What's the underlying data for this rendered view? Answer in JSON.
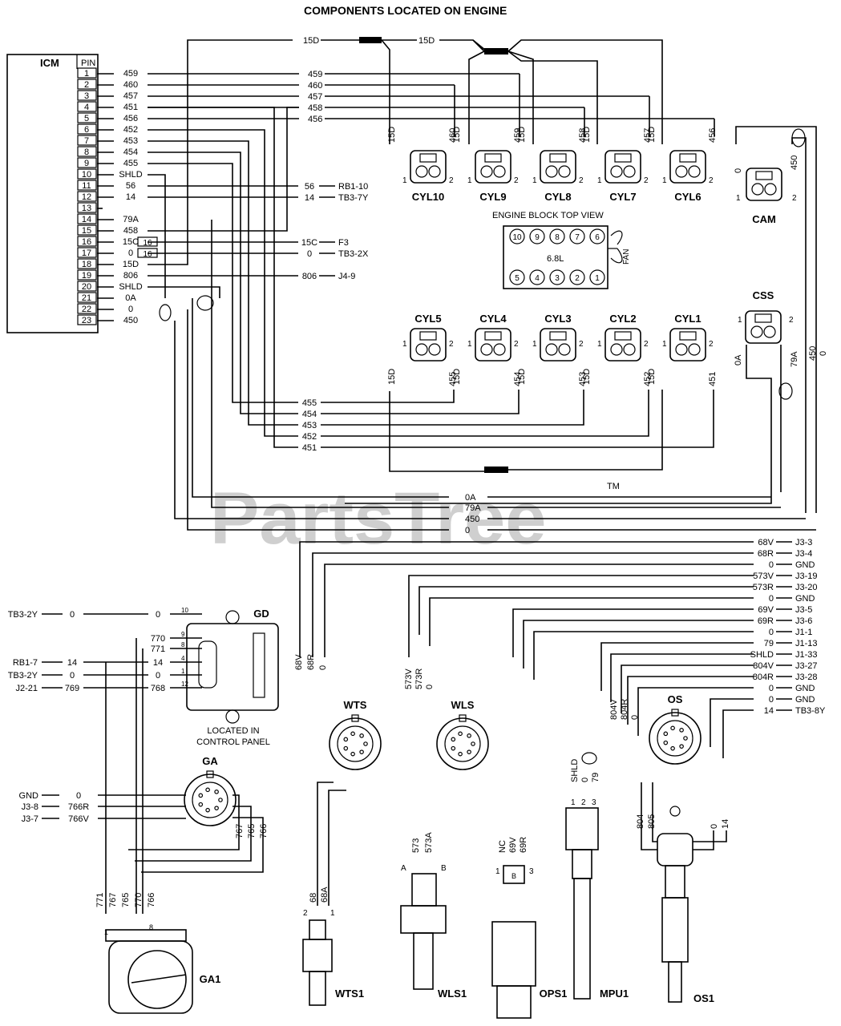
{
  "title": "COMPONENTS LOCATED ON ENGINE",
  "watermark": "PartsTree",
  "watermark_tm": "TM",
  "icm": {
    "label": "ICM",
    "pin_header": "PIN",
    "pins": [
      {
        "pin": "1",
        "wire": "459"
      },
      {
        "pin": "2",
        "wire": "460"
      },
      {
        "pin": "3",
        "wire": "457"
      },
      {
        "pin": "4",
        "wire": "451"
      },
      {
        "pin": "5",
        "wire": "456"
      },
      {
        "pin": "6",
        "wire": "452"
      },
      {
        "pin": "7",
        "wire": "453"
      },
      {
        "pin": "8",
        "wire": "454"
      },
      {
        "pin": "9",
        "wire": "455"
      },
      {
        "pin": "10",
        "wire": "SHLD"
      },
      {
        "pin": "11",
        "wire": "56"
      },
      {
        "pin": "12",
        "wire": "14"
      },
      {
        "pin": "13",
        "wire": ""
      },
      {
        "pin": "14",
        "wire": "79A"
      },
      {
        "pin": "15",
        "wire": "458"
      },
      {
        "pin": "16",
        "wire": "15C"
      },
      {
        "pin": "17",
        "wire": "0"
      },
      {
        "pin": "18",
        "wire": "15D"
      },
      {
        "pin": "19",
        "wire": "806"
      },
      {
        "pin": "20",
        "wire": "SHLD"
      },
      {
        "pin": "21",
        "wire": "0A"
      },
      {
        "pin": "22",
        "wire": "0"
      },
      {
        "pin": "23",
        "wire": "450"
      }
    ],
    "fuse_label": "16",
    "external": [
      {
        "wire": "56",
        "dest": "RB1-10"
      },
      {
        "wire": "14",
        "dest": "TB3-7Y"
      },
      {
        "wire": "15C",
        "dest": "F3"
      },
      {
        "wire": "0",
        "dest": "TB3-2X"
      },
      {
        "wire": "806",
        "dest": "J4-9"
      }
    ]
  },
  "top_bus": {
    "left": "15D",
    "right": "15D"
  },
  "upper_cyl": [
    {
      "name": "CYL10",
      "left": "15D",
      "right": "460"
    },
    {
      "name": "CYL9",
      "left": "15D",
      "right": "459"
    },
    {
      "name": "CYL8",
      "left": "15D",
      "right": "458"
    },
    {
      "name": "CYL7",
      "left": "15D",
      "right": "457"
    },
    {
      "name": "CYL6",
      "left": "15D",
      "right": "456"
    }
  ],
  "lower_cyl": [
    {
      "name": "CYL5",
      "left": "15D",
      "right": "455"
    },
    {
      "name": "CYL4",
      "left": "15D",
      "right": "454"
    },
    {
      "name": "CYL3",
      "left": "15D",
      "right": "453"
    },
    {
      "name": "CYL2",
      "left": "15D",
      "right": "452"
    },
    {
      "name": "CYL1",
      "left": "15D",
      "right": "451"
    }
  ],
  "pin_one": "1",
  "pin_two": "2",
  "pin_three": "3",
  "cam": {
    "name": "CAM",
    "left": "0",
    "right": "450"
  },
  "css": {
    "name": "CSS",
    "left": "0A",
    "right": "79A"
  },
  "bus_right": [
    "450",
    "0"
  ],
  "engine_block": {
    "title": "ENGINE BLOCK TOP VIEW",
    "top_row": [
      "10",
      "9",
      "8",
      "7",
      "6"
    ],
    "bottom_row": [
      "5",
      "4",
      "3",
      "2",
      "1"
    ],
    "displacement": "6.8L",
    "fan": "FAN"
  },
  "lower_bus": [
    "455",
    "454",
    "453",
    "452",
    "451"
  ],
  "return_bus": [
    "0A",
    "79A",
    "450",
    "0"
  ],
  "harness_right": [
    {
      "wire": "68V",
      "dest": "J3-3"
    },
    {
      "wire": "68R",
      "dest": "J3-4"
    },
    {
      "wire": "0",
      "dest": "GND"
    },
    {
      "wire": "573V",
      "dest": "J3-19"
    },
    {
      "wire": "573R",
      "dest": "J3-20"
    },
    {
      "wire": "0",
      "dest": "GND"
    },
    {
      "wire": "69V",
      "dest": "J3-5"
    },
    {
      "wire": "69R",
      "dest": "J3-6"
    },
    {
      "wire": "0",
      "dest": "J1-1"
    },
    {
      "wire": "79",
      "dest": "J1-13"
    },
    {
      "wire": "SHLD",
      "dest": "J1-33"
    },
    {
      "wire": "804V",
      "dest": "J3-27"
    },
    {
      "wire": "804R",
      "dest": "J3-28"
    },
    {
      "wire": "0",
      "dest": "GND"
    },
    {
      "wire": "0",
      "dest": "GND"
    },
    {
      "wire": "14",
      "dest": "TB3-8Y"
    }
  ],
  "gd": {
    "name": "GD",
    "note_line1": "LOCATED IN",
    "note_line2": "CONTROL PANEL",
    "wires": [
      {
        "src": "TB3-2Y",
        "mid": "0",
        "right": "0",
        "pin": "10"
      },
      {
        "src": "",
        "mid": "",
        "right": "770",
        "pin": "9"
      },
      {
        "src": "",
        "mid": "",
        "right": "771",
        "pin": "8"
      },
      {
        "src": "RB1-7",
        "mid": "14",
        "right": "14",
        "pin": "4"
      },
      {
        "src": "TB3-2Y",
        "mid": "0",
        "right": "0",
        "pin": "1"
      },
      {
        "src": "J2-21",
        "mid": "769",
        "right": "768",
        "pin": "12"
      }
    ]
  },
  "ga": {
    "name": "GA",
    "wires": [
      {
        "src": "GND",
        "wire": "0"
      },
      {
        "src": "J3-8",
        "wire": "766R"
      },
      {
        "src": "J3-7",
        "wire": "766V"
      }
    ],
    "out": [
      "767",
      "765",
      "766"
    ],
    "pins": [
      "1",
      "2",
      "3",
      "4",
      "5",
      "6",
      "7",
      "8"
    ]
  },
  "ga1": {
    "name": "GA1",
    "wires": [
      "771",
      "767",
      "765",
      "770",
      "766"
    ],
    "pin_a": "1",
    "pin_b": "8"
  },
  "wts": {
    "name": "WTS",
    "wires": [
      "68V",
      "68R",
      "0"
    ]
  },
  "wts1": {
    "name": "WTS1",
    "wires": [
      "68",
      "68A"
    ]
  },
  "wls": {
    "name": "WLS",
    "wires": [
      "573V",
      "573R",
      "0"
    ]
  },
  "wls1": {
    "name": "WLS1",
    "wires": [
      "573",
      "573A"
    ],
    "pin_a": "A",
    "pin_b": "B"
  },
  "ops1": {
    "name": "OPS1",
    "wires": [
      "NC",
      "69V",
      "69R"
    ],
    "pin_b": "B"
  },
  "mpu1": {
    "name": "MPU1",
    "wires": [
      "SHLD",
      "0",
      "79"
    ]
  },
  "os": {
    "name": "OS",
    "wires": [
      "804V",
      "804R",
      "0"
    ]
  },
  "os1": {
    "name": "OS1",
    "wires": [
      "804",
      "805",
      "0",
      "14"
    ]
  }
}
